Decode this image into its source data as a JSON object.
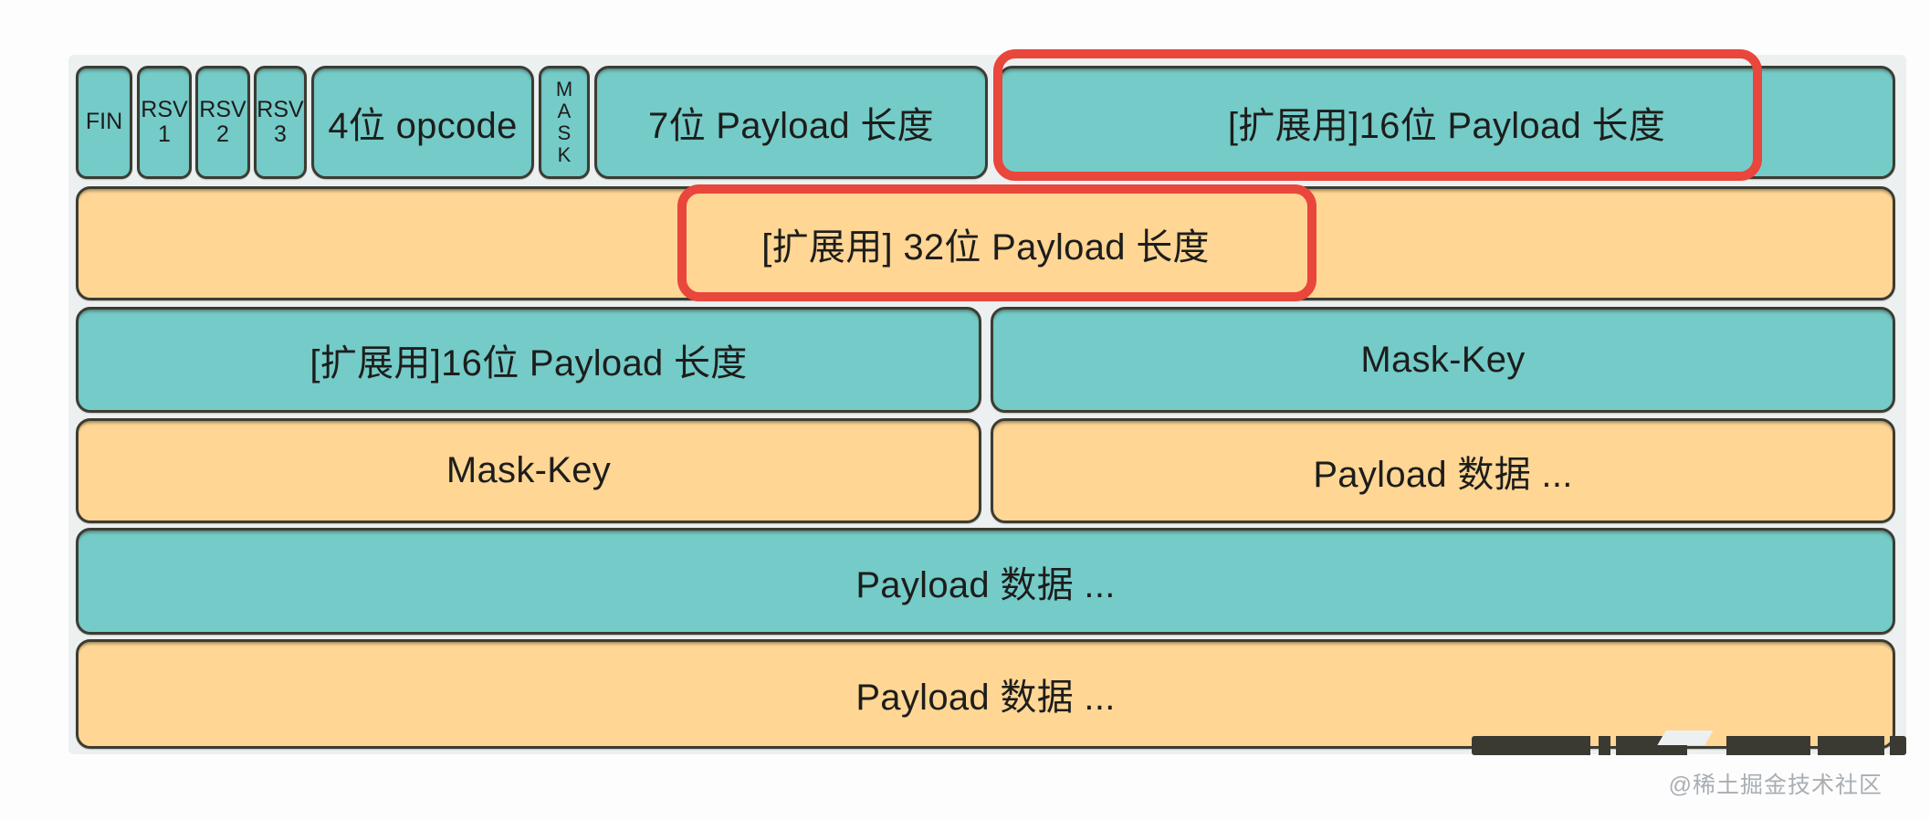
{
  "palette": {
    "teal": "#74cbc8",
    "orange": "#ffd694",
    "highlight_red": "#e9463c",
    "box_stroke": "#3c3c32",
    "text": "#1d1d1b",
    "canvas_bg": "#edf0f1",
    "page_bg": "#fdfdfd",
    "watermark_gray": "#a9aeb3"
  },
  "frame": {
    "row1": {
      "fin": "FIN",
      "rsv1": "RSV\n1",
      "rsv2": "RSV\n2",
      "rsv3": "RSV\n3",
      "opcode": "4位 opcode",
      "mask": "MASK",
      "payload_len_7bit": "7位 Payload 长度",
      "ext_payload_len_16bit": "[扩展用]16位 Payload 长度"
    },
    "row2": {
      "ext_payload_len_32bit": "[扩展用] 32位 Payload 长度"
    },
    "row3": {
      "ext_payload_len_16bit": "[扩展用]16位 Payload 长度",
      "mask_key": "Mask-Key"
    },
    "row4": {
      "mask_key": "Mask-Key",
      "payload_data": "Payload 数据 ..."
    },
    "row5": {
      "payload_data": "Payload 数据 ..."
    },
    "row6": {
      "payload_data": "Payload 数据 ..."
    }
  },
  "watermark": "@稀土掘金技术社区"
}
